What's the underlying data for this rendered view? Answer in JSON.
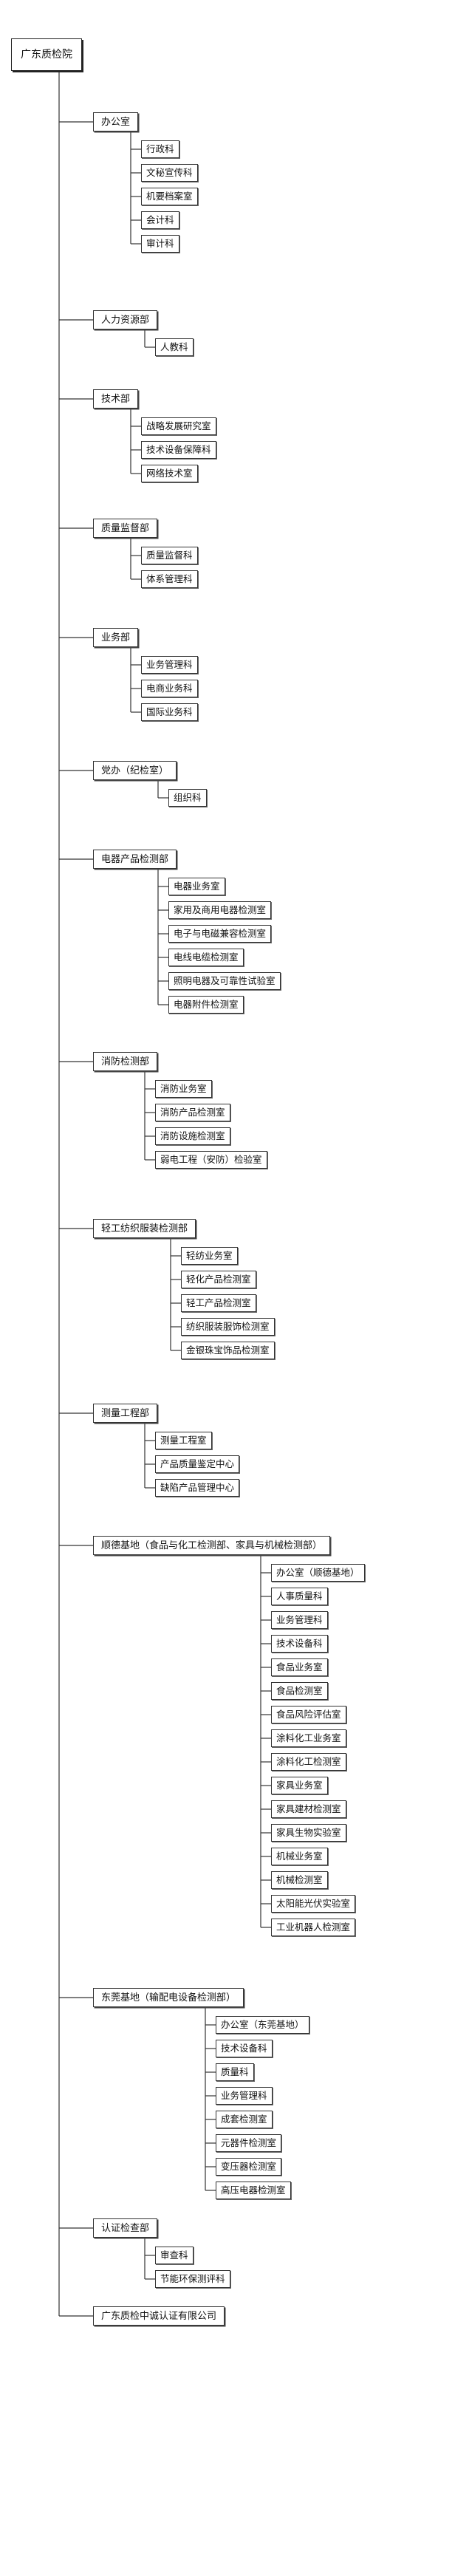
{
  "org": {
    "root": "广东质检院",
    "departments": [
      {
        "name": "办公室",
        "units": [
          "行政科",
          "文秘宣传科",
          "机要档案室",
          "会计科",
          "审计科"
        ]
      },
      {
        "name": "人力资源部",
        "units": [
          "人教科"
        ]
      },
      {
        "name": "技术部",
        "units": [
          "战略发展研究室",
          "技术设备保障科",
          "网络技术室"
        ]
      },
      {
        "name": "质量监督部",
        "units": [
          "质量监督科",
          "体系管理科"
        ]
      },
      {
        "name": "业务部",
        "units": [
          "业务管理科",
          "电商业务科",
          "国际业务科"
        ]
      },
      {
        "name": "党办（纪检室）",
        "units": [
          "组织科"
        ]
      },
      {
        "name": "电器产品检测部",
        "units": [
          "电器业务室",
          "家用及商用电器检测室",
          "电子与电磁兼容检测室",
          "电线电缆检测室",
          "照明电器及可靠性试验室",
          "电器附件检测室"
        ]
      },
      {
        "name": "消防检测部",
        "units": [
          "消防业务室",
          "消防产品检测室",
          "消防设施检测室",
          "弱电工程（安防）检验室"
        ]
      },
      {
        "name": "轻工纺织服装检测部",
        "units": [
          "轻纺业务室",
          "轻化产品检测室",
          "轻工产品检测室",
          "纺织服装服饰检测室",
          "金银珠宝饰品检测室"
        ]
      },
      {
        "name": "测量工程部",
        "units": [
          "测量工程室",
          "产品质量鉴定中心",
          "缺陷产品管理中心"
        ]
      },
      {
        "name": "顺德基地（食品与化工检测部、家具与机械检测部）",
        "units": [
          "办公室（顺德基地）",
          "人事质量科",
          "业务管理科",
          "技术设备科",
          "食品业务室",
          "食品检测室",
          "食品风险评估室",
          "涂料化工业务室",
          "涂料化工检测室",
          "家具业务室",
          "家具建材检测室",
          "家具生物实验室",
          "机械业务室",
          "机械检测室",
          "太阳能光伏实验室",
          "工业机器人检测室"
        ]
      },
      {
        "name": "东莞基地（输配电设备检测部）",
        "units": [
          "办公室（东莞基地）",
          "技术设备科",
          "质量科",
          "业务管理科",
          "成套检测室",
          "元器件检测室",
          "变压器检测室",
          "高压电器检测室"
        ]
      },
      {
        "name": "认证检查部",
        "units": [
          "审查科",
          "节能环保测评科"
        ]
      },
      {
        "name": "广东质检中诚认证有限公司",
        "units": []
      }
    ]
  }
}
